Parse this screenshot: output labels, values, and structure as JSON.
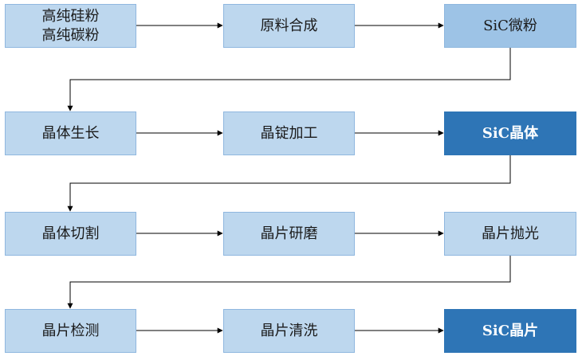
{
  "colors": {
    "light_box": "#bdd7ee",
    "medium_box": "#9dc3e6",
    "dark_box": "#2e75b6",
    "connector": "#000000"
  },
  "nodes": [
    {
      "id": "n1",
      "label": "高纯硅粉\n高纯碳粉",
      "style": "light"
    },
    {
      "id": "n2",
      "label": "原料合成",
      "style": "light"
    },
    {
      "id": "n3",
      "label": "SiC微粉",
      "style": "medium"
    },
    {
      "id": "n4",
      "label": "晶体生长",
      "style": "light"
    },
    {
      "id": "n5",
      "label": "晶锭加工",
      "style": "light"
    },
    {
      "id": "n6",
      "label": "SiC晶体",
      "style": "dark"
    },
    {
      "id": "n7",
      "label": "晶体切割",
      "style": "light"
    },
    {
      "id": "n8",
      "label": "晶片研磨",
      "style": "light"
    },
    {
      "id": "n9",
      "label": "晶片抛光",
      "style": "light"
    },
    {
      "id": "n10",
      "label": "晶片检测",
      "style": "light"
    },
    {
      "id": "n11",
      "label": "晶片清洗",
      "style": "light"
    },
    {
      "id": "n12",
      "label": "SiC晶片",
      "style": "dark"
    }
  ],
  "edges": [
    {
      "from": "n1",
      "to": "n2"
    },
    {
      "from": "n2",
      "to": "n3"
    },
    {
      "from": "n3",
      "to": "n4"
    },
    {
      "from": "n4",
      "to": "n5"
    },
    {
      "from": "n5",
      "to": "n6"
    },
    {
      "from": "n6",
      "to": "n7"
    },
    {
      "from": "n7",
      "to": "n8"
    },
    {
      "from": "n8",
      "to": "n9"
    },
    {
      "from": "n9",
      "to": "n10"
    },
    {
      "from": "n10",
      "to": "n11"
    },
    {
      "from": "n11",
      "to": "n12"
    }
  ]
}
